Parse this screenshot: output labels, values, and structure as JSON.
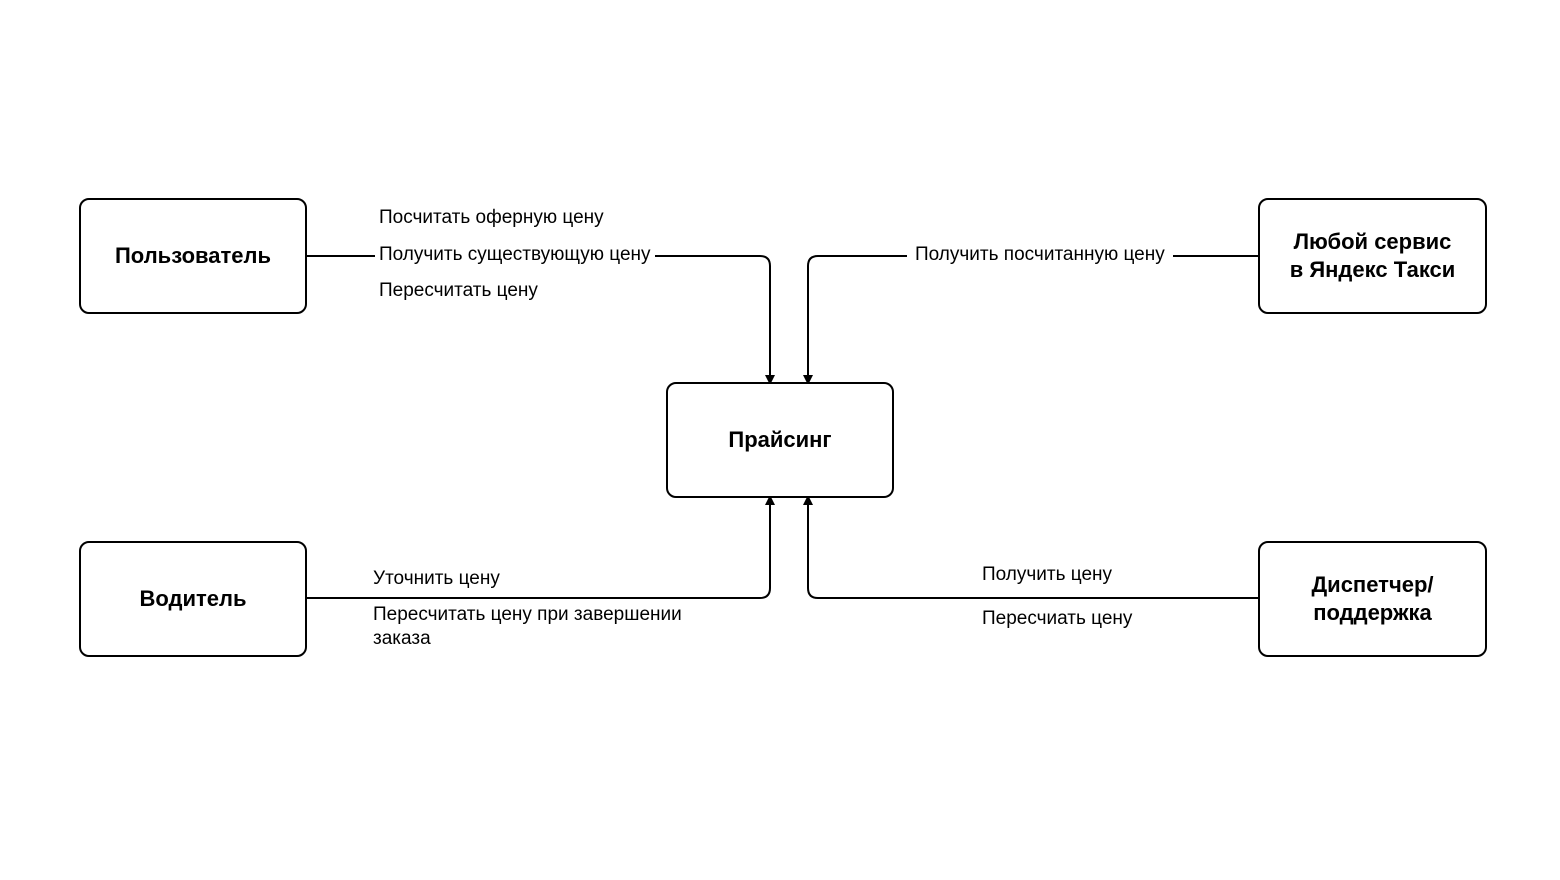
{
  "nodes": {
    "user": "Пользователь",
    "service": "Любой сервис\nв Яндекс Такси",
    "pricing": "Прайсинг",
    "driver": "Водитель",
    "dispatcher": "Диспетчер/\nподдержка"
  },
  "edges": {
    "user_to_pricing": [
      "Посчитать оферную цену",
      "Получить существующую цену",
      "Пересчитать цену"
    ],
    "service_to_pricing": [
      "Получить посчитанную цену"
    ],
    "driver_to_pricing": [
      "Уточнить цену",
      "Пересчитать цену при завершении заказа"
    ],
    "dispatcher_to_pricing": [
      "Получить цену",
      "Пересчиать цену"
    ]
  },
  "colors": {
    "stroke": "#000000",
    "background": "#ffffff"
  }
}
